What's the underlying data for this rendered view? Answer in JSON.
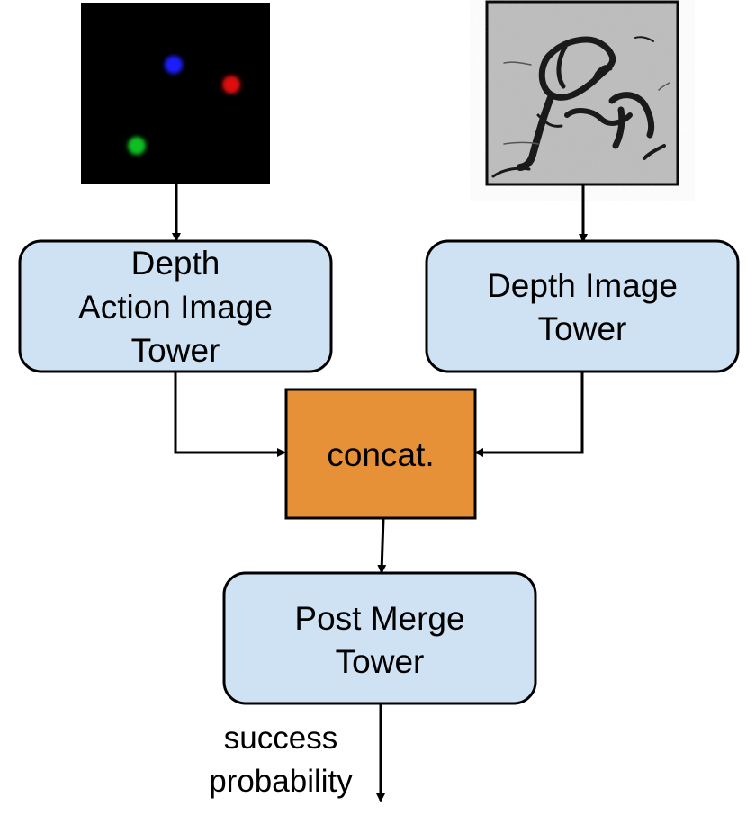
{
  "colors": {
    "tower_fill": "#cfe2f3",
    "concat_fill": "#e69138",
    "stroke": "#000000",
    "action_bg": "#000000",
    "depth_bg": "#bdbdbd"
  },
  "images": {
    "depth_action_image": {
      "icon": "depth-action-image",
      "dots": [
        {
          "color": "#1a1aff"
        },
        {
          "color": "#e01010"
        },
        {
          "color": "#10c020"
        }
      ]
    },
    "depth_image": {
      "icon": "depth-image"
    }
  },
  "nodes": {
    "depth_action_tower": {
      "line1": "Depth",
      "line2": "Action Image",
      "line3": "Tower"
    },
    "depth_image_tower": {
      "line1": "Depth Image",
      "line2": "Tower"
    },
    "concat": {
      "label": "concat."
    },
    "post_merge_tower": {
      "line1": "Post Merge",
      "line2": "Tower"
    }
  },
  "output": {
    "line1": "success",
    "line2": "probability"
  }
}
